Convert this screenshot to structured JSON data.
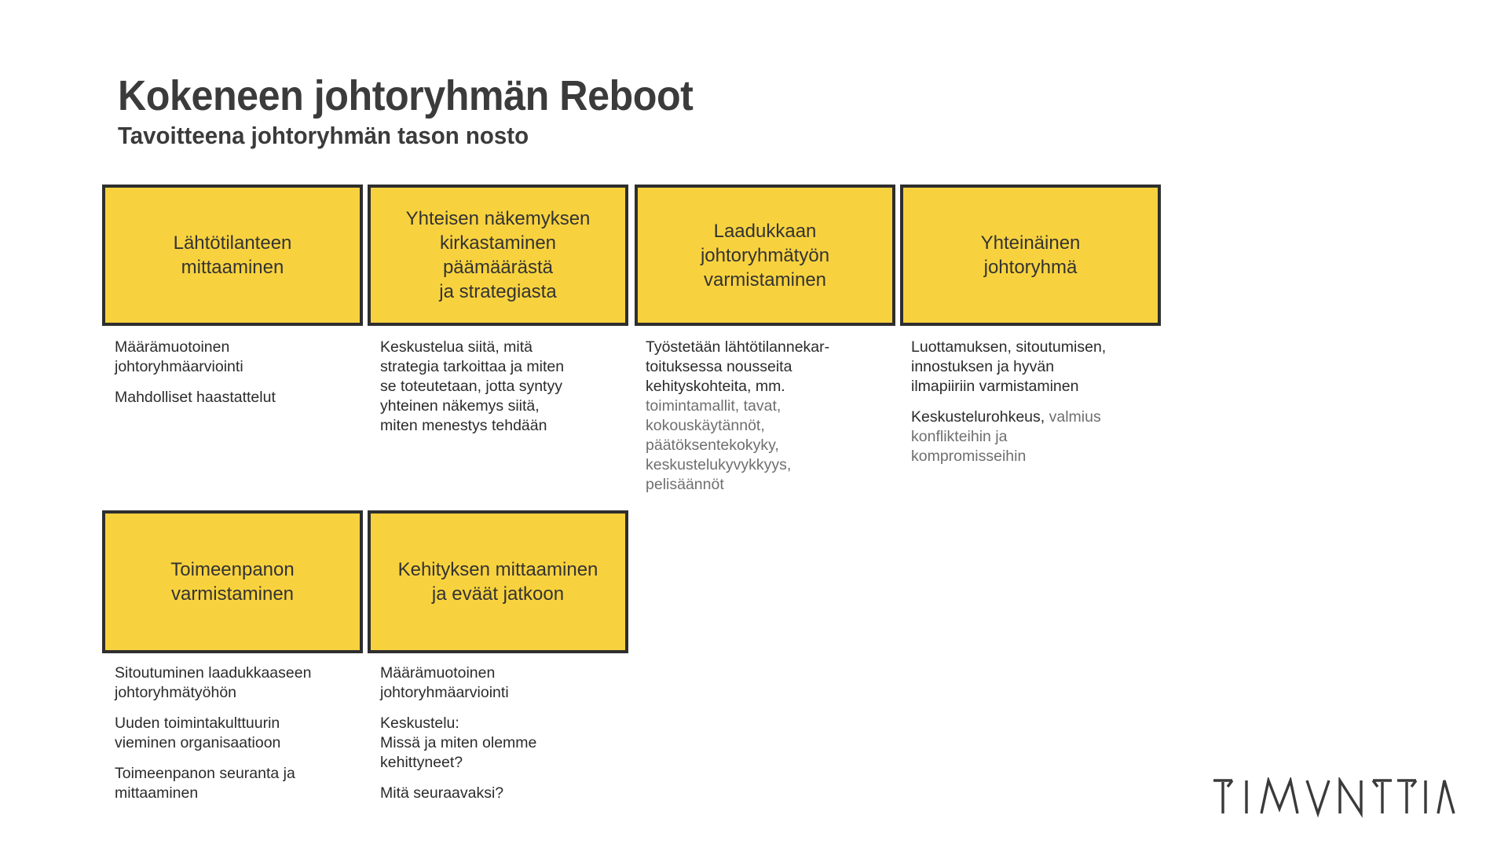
{
  "header": {
    "title": "Kokeneen johtoryhmän Reboot",
    "subtitle": "Tavoitteena johtoryhmän tason nosto"
  },
  "colors": {
    "box_fill": "#f8d23e",
    "box_border": "#2e2e2e",
    "text_dark": "#2b2b2b",
    "text_muted": "#6f6f6f",
    "heading": "#3b3b3b",
    "background": "#ffffff"
  },
  "steps": [
    {
      "id": "lahtotilanteen-mittaaminen",
      "box_label": "Lähtötilanteen\nmittaaminen",
      "notes": [
        {
          "text": "Määrämuotoinen\njohtoryhmäarviointi"
        },
        {
          "text": "Mahdolliset haastattelut"
        }
      ]
    },
    {
      "id": "yhteisen-nakemyksen-kirkastaminen",
      "box_label": "Yhteisen näkemyksen\nkirkastaminen\npäämäärästä\nja strategiasta",
      "notes": [
        {
          "text": "Keskustelua siitä, mitä\nstrategia tarkoittaa ja miten\nse toteutetaan, jotta syntyy\nyhteinen näkemys siitä,\nmiten menestys tehdään"
        }
      ]
    },
    {
      "id": "laadukkaan-johtoryhmatyon-varmistaminen",
      "box_label": "Laadukkaan\njohtoryhmätyön\nvarmistaminen",
      "notes": [
        {
          "text": "Työstetään lähtötilannekar-\ntoituksessa nousseita\nkehityskohteita, mm."
        },
        {
          "text": "toimintamallit, tavat,\nkokouskäytännöt,\npäätöksentekokyky,\nkeskustelukyvykkyys,\npelisäännöt",
          "muted": true
        }
      ]
    },
    {
      "id": "yhteinainen-johtoryhma",
      "box_label": "Yhteinäinen\njohtoryhmä",
      "notes": [
        {
          "text": "Luottamuksen, sitoutumisen,\ninnostuksen ja hyvän\nilmapiiriin varmistaminen"
        },
        {
          "lead": "Keskustelurohkeus,",
          "tail": " valmius\nkonflikteihin ja\nkompromisseihin"
        }
      ]
    },
    {
      "id": "toimeenpanon-varmistaminen",
      "box_label": "Toimeenpanon\nvarmistaminen",
      "notes": [
        {
          "text": "Sitoutuminen laadukkaaseen\njohtoryhmätyöhön"
        },
        {
          "text": "Uuden toimintakulttuurin\nvieminen organisaatioon"
        },
        {
          "text": "Toimeenpanon seuranta ja\nmittaaminen"
        }
      ]
    },
    {
      "id": "kehityksen-mittaaminen",
      "box_label": "Kehityksen mittaaminen\nja eväät jatkoon",
      "notes": [
        {
          "text": "Määrämuotoinen\njohtoryhmäarviointi"
        },
        {
          "text": "Keskustelu:\nMissä ja miten olemme\nkehittyneet?"
        },
        {
          "text": "Mitä seuraavaksi?"
        }
      ]
    }
  ],
  "logo": {
    "name": "timanttia-logo",
    "text": "TIMANTTIA"
  }
}
